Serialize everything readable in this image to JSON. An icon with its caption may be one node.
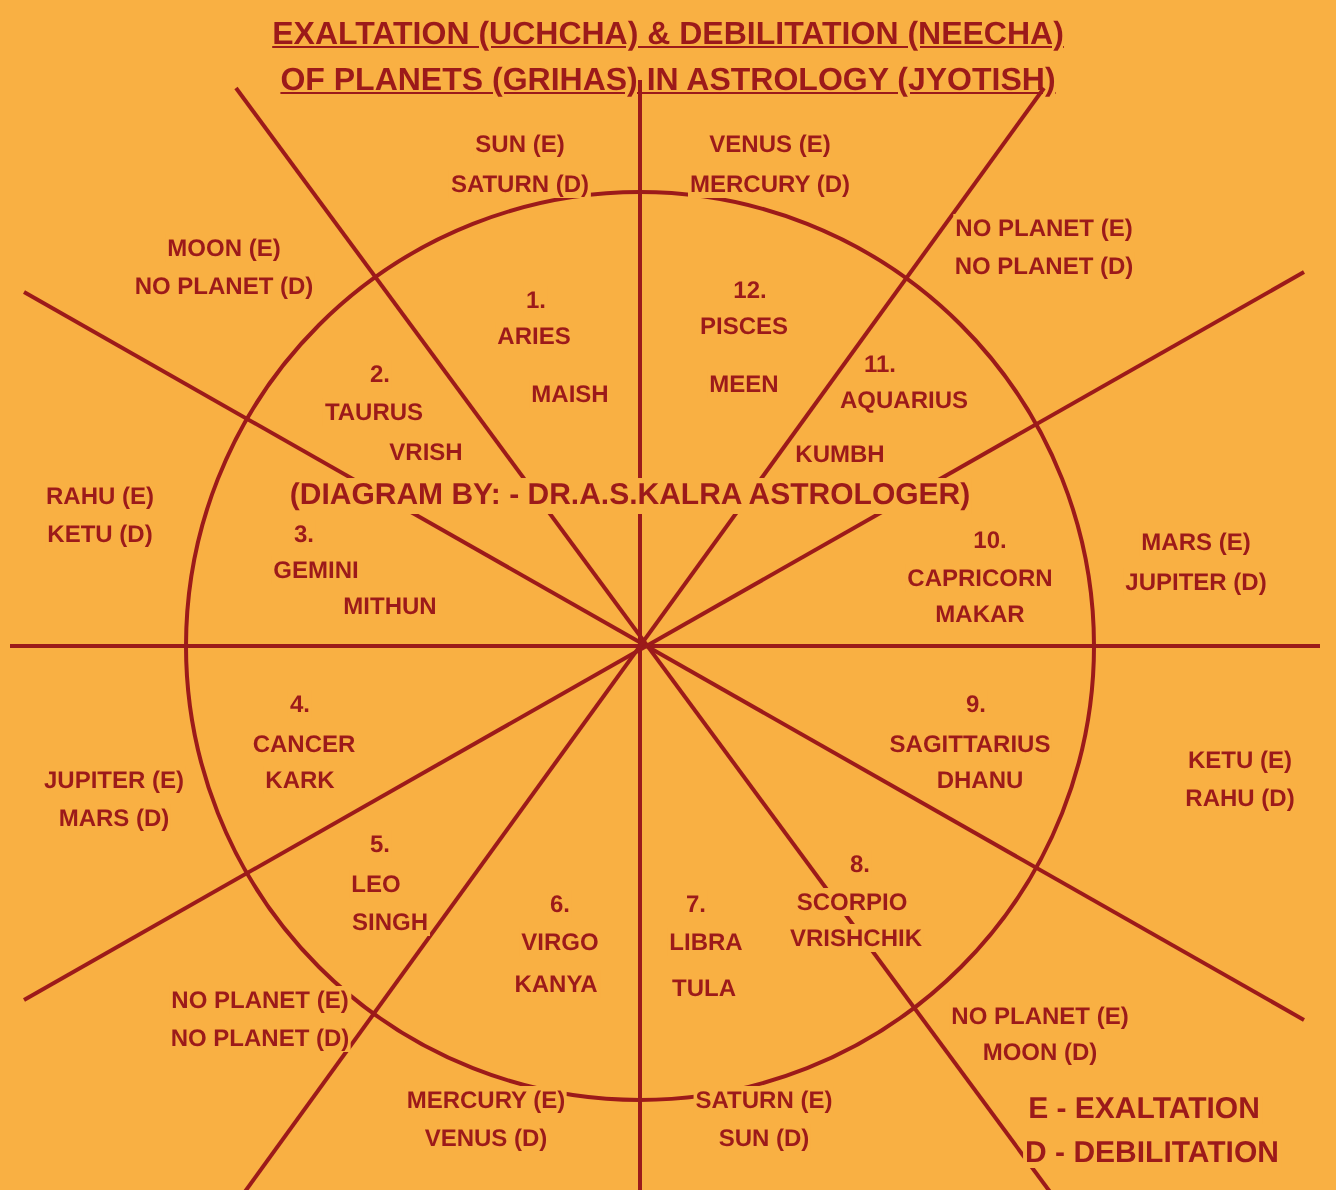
{
  "diagram": {
    "title": "EXALTATION (UCHCHA) & DEBILITATION (NEECHA) OF PLANETS (GRIHAS) IN ASTROLOGY (JYOTISH)",
    "labels": [
      "SUN (E)",
      "SATURN (D)",
      "VENUS (E)",
      "MERCURY (D)",
      "MOON (E)",
      "NO PLANET (D)",
      "1.",
      "ARIES",
      "12.",
      "PISCES",
      "NO PLANET (E)",
      "NO PLANET (D)",
      "MAISH",
      "MEEN",
      "2.",
      "TAURUS",
      "11.",
      "AQUARIUS",
      "VRISH",
      "KUMBH",
      "RAHU (E)",
      "KETU (D)",
      "(DIAGRAM BY: - DR.A.S.KALRA ASTROLOGER)",
      "MARS (E)",
      "JUPITER (D)",
      "3.",
      "10.",
      "GEMINI",
      "CAPRICORN",
      "MITHUN",
      "MAKAR",
      "4.",
      "9.",
      "CANCER",
      "SAGITTARIUS",
      "KETU (E)",
      "JUPITER (E)",
      "KARK",
      "DHANU",
      "RAHU (D)",
      "MARS (D)",
      "5.",
      "8.",
      "LEO",
      "SCORPIO",
      "SINGH",
      "VRISHCHIK",
      "6.",
      "7.",
      "VIRGO",
      "LIBRA",
      "KANYA",
      "TULA",
      "NO PLANET (E)",
      "NO PLANET (D)",
      "NO PLANET (E)",
      "MOON (D)",
      "MERCURY (E)",
      "SATURN (E)",
      "E - EXALTATION",
      "VENUS (D)",
      "SUN (D)",
      "D - DEBILITATION"
    ]
  }
}
